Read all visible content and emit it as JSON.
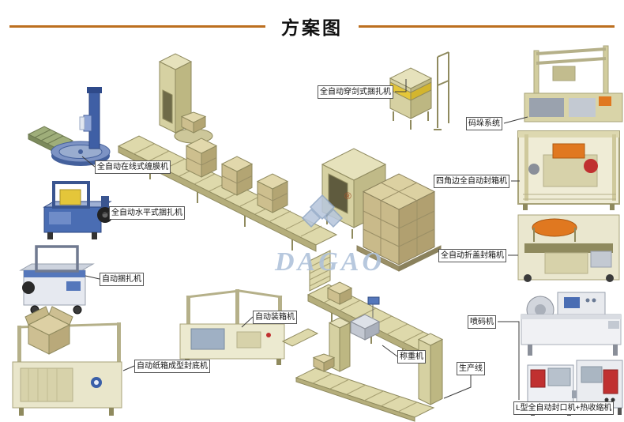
{
  "title": "方案图",
  "watermark": {
    "brand": "DAGAO",
    "registered_mark": "®"
  },
  "theme": {
    "accent_line": "#bc6f1f",
    "machine_beige": "#ded9ab",
    "machine_blue": "#4a6db3",
    "accent_orange": "#e07820",
    "accent_red": "#c03030",
    "accent_yellow": "#e4c63a",
    "watermark_blue": "#aec1da",
    "label_border": "#555555"
  },
  "labels": [
    {
      "id": "inline-wrapper",
      "text": "全自动在线式缠膜机"
    },
    {
      "id": "horizontal-strapper",
      "text": "全自动水平式捆扎机"
    },
    {
      "id": "auto-strapper",
      "text": "自动捆扎机"
    },
    {
      "id": "carton-former",
      "text": "自动纸箱成型封底机"
    },
    {
      "id": "case-packer",
      "text": "自动装箱机"
    },
    {
      "id": "sword-strapper",
      "text": "全自动穿剑式捆扎机"
    },
    {
      "id": "palletizing-system",
      "text": "码垛系统"
    },
    {
      "id": "four-corner-sealer",
      "text": "四角边全自动封箱机"
    },
    {
      "id": "flap-sealer",
      "text": "全自动折盖封箱机"
    },
    {
      "id": "inkjet-printer",
      "text": "喷码机"
    },
    {
      "id": "weigher",
      "text": "称重机"
    },
    {
      "id": "production-line",
      "text": "生产线"
    },
    {
      "id": "l-sealer-shrink",
      "text": "L型全自动封口机+热收缩机"
    }
  ]
}
